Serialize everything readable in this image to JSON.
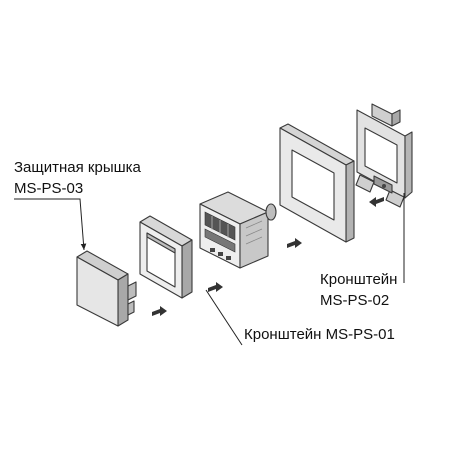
{
  "labels": {
    "cover_line1": "Защитная крышка",
    "cover_line2": "MS-PS-03",
    "bracket02_line1": "Кронштейн",
    "bracket02_line2": "MS-PS-02",
    "bracket01": "Кронштейн MS-PS-01"
  },
  "colors": {
    "outline": "#3a3a3a",
    "fill_light": "#e6e6e6",
    "fill_mid": "#cfcfcf",
    "fill_dark": "#a8a8a8",
    "arrow": "#333333"
  }
}
